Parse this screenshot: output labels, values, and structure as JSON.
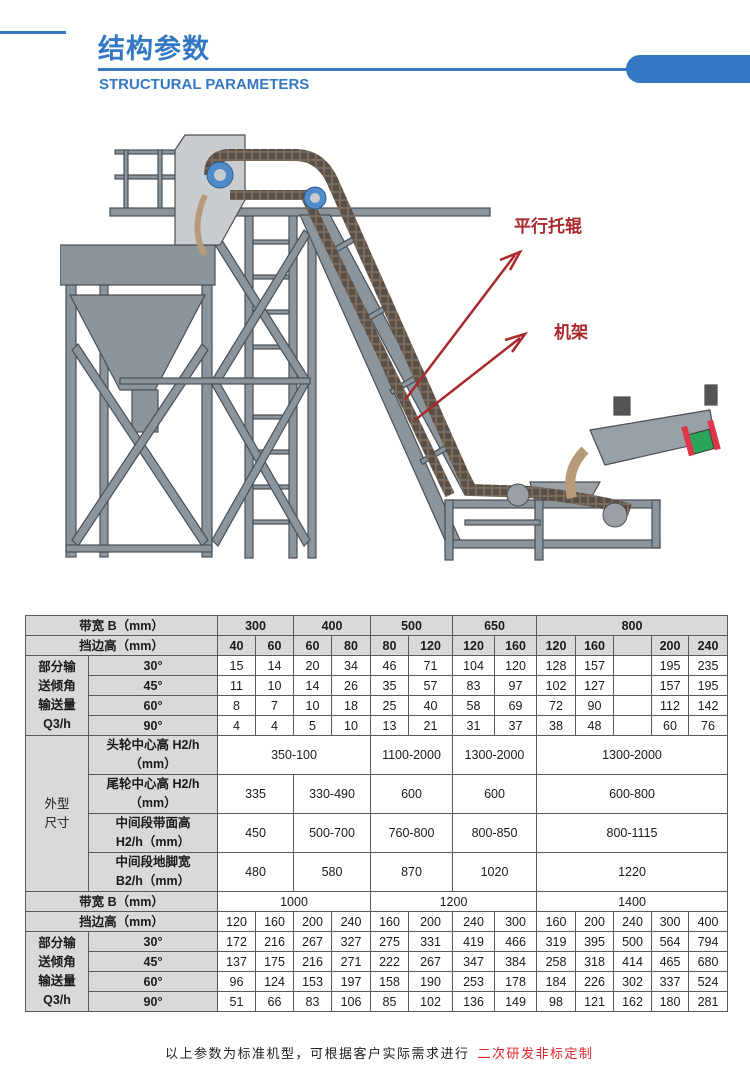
{
  "header": {
    "title_cn": "结构参数",
    "title_en": "STRUCTURAL PARAMETERS",
    "accent_color": "#3478c4"
  },
  "illustration": {
    "callouts": [
      {
        "label": "平行托辊"
      },
      {
        "label": "机架"
      }
    ],
    "callout_color": "#a8282c"
  },
  "table": {
    "belt_width_label": "带宽 B（mm）",
    "flange_height_label": "挡边高（mm）",
    "capacity_group_label": [
      "部分输",
      "送倾角",
      "输送量",
      "Q3/h"
    ],
    "angles": [
      "30°",
      "45°",
      "60°",
      "90°"
    ],
    "upper": {
      "belt_widths": [
        {
          "value": "300",
          "span": 2
        },
        {
          "value": "400",
          "span": 2
        },
        {
          "value": "500",
          "span": 2
        },
        {
          "value": "650",
          "span": 2
        },
        {
          "value": "800",
          "span": 5
        }
      ],
      "flange_heights": [
        "40",
        "60",
        "60",
        "80",
        "80",
        "120",
        "120",
        "160",
        "120",
        "160",
        "",
        "200",
        "240"
      ],
      "capacity": [
        [
          "15",
          "14",
          "20",
          "34",
          "46",
          "71",
          "104",
          "120",
          "128",
          "157",
          "",
          "195",
          "235"
        ],
        [
          "11",
          "10",
          "14",
          "26",
          "35",
          "57",
          "83",
          "97",
          "102",
          "127",
          "",
          "157",
          "195"
        ],
        [
          "8",
          "7",
          "10",
          "18",
          "25",
          "40",
          "58",
          "69",
          "72",
          "90",
          "",
          "112",
          "142"
        ],
        [
          "4",
          "4",
          "5",
          "10",
          "13",
          "21",
          "31",
          "37",
          "38",
          "48",
          "",
          "60",
          "76"
        ]
      ]
    },
    "dimensions": {
      "group_label": [
        "外型",
        "尺寸"
      ],
      "rows": [
        {
          "label": [
            "头轮中心高 H2/h",
            "（mm）"
          ],
          "cells": [
            {
              "value": "350-100",
              "span": 4
            },
            {
              "value": "1100-2000",
              "span": 2
            },
            {
              "value": "1300-2000",
              "span": 2
            },
            {
              "value": "1300-2000",
              "span": 5
            }
          ]
        },
        {
          "label": [
            "尾轮中心高 H2/h",
            "（mm）"
          ],
          "cells": [
            {
              "value": "335",
              "span": 2
            },
            {
              "value": "330-490",
              "span": 2
            },
            {
              "value": "600",
              "span": 2
            },
            {
              "value": "600",
              "span": 2
            },
            {
              "value": "600-800",
              "span": 5
            }
          ]
        },
        {
          "label": [
            "中间段带面高",
            "H2/h（mm）"
          ],
          "cells": [
            {
              "value": "450",
              "span": 2
            },
            {
              "value": "500-700",
              "span": 2
            },
            {
              "value": "760-800",
              "span": 2
            },
            {
              "value": "800-850",
              "span": 2
            },
            {
              "value": "800-1115",
              "span": 5
            }
          ]
        },
        {
          "label": [
            "中间段地脚宽",
            "B2/h（mm）"
          ],
          "cells": [
            {
              "value": "480",
              "span": 2
            },
            {
              "value": "580",
              "span": 2
            },
            {
              "value": "870",
              "span": 2
            },
            {
              "value": "1020",
              "span": 2
            },
            {
              "value": "1220",
              "span": 5
            }
          ]
        }
      ]
    },
    "lower": {
      "belt_widths": [
        {
          "value": "1000",
          "span": 4
        },
        {
          "value": "1200",
          "span": 4
        },
        {
          "value": "1400",
          "span": 5
        }
      ],
      "flange_heights": [
        "120",
        "160",
        "200",
        "240",
        "160",
        "200",
        "240",
        "300",
        "160",
        "200",
        "240",
        "300",
        "400"
      ],
      "capacity": [
        [
          "172",
          "216",
          "267",
          "327",
          "275",
          "331",
          "419",
          "466",
          "319",
          "395",
          "500",
          "564",
          "794"
        ],
        [
          "137",
          "175",
          "216",
          "271",
          "222",
          "267",
          "347",
          "384",
          "258",
          "318",
          "414",
          "465",
          "680"
        ],
        [
          "96",
          "124",
          "153",
          "197",
          "158",
          "190",
          "253",
          "178",
          "184",
          "226",
          "302",
          "337",
          "524"
        ],
        [
          "51",
          "66",
          "83",
          "106",
          "85",
          "102",
          "136",
          "149",
          "98",
          "121",
          "162",
          "180",
          "281"
        ]
      ]
    }
  },
  "footer": {
    "text": "以上参数为标准机型，可根据客户实际需求进行",
    "highlight": "二次研发非标定制",
    "highlight_color": "#e0242b"
  }
}
